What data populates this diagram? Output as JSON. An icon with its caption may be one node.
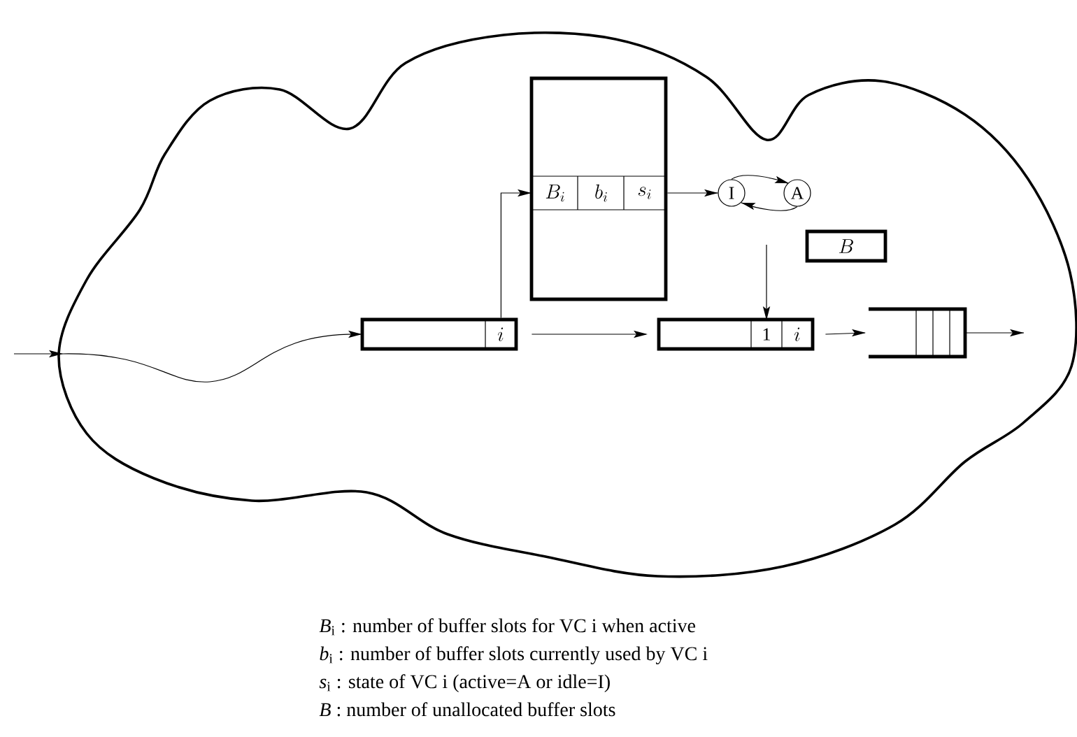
{
  "diagram": {
    "nodes": [
      {
        "text": [],
        "shape": "cloud"
      },
      {
        "text": [
          "i"
        ],
        "in": 0
      },
      {
        "text": [
          "B_i",
          "b_i",
          "s_i"
        ],
        "in": 0
      },
      {
        "text": [
          "I"
        ],
        "in": 0
      },
      {
        "text": [
          "A"
        ],
        "in": 0
      },
      {
        "text": [
          "B"
        ],
        "in": 0
      },
      {
        "text": [
          "1",
          "i"
        ],
        "in": 0
      },
      {
        "text": [],
        "shape": "box",
        "in": 0
      }
    ],
    "edges": [
      {
        "from": null,
        "to": 1,
        "arrow": "to"
      },
      {
        "from": 1,
        "to": 2,
        "arrow": "to"
      },
      {
        "from": 1,
        "to": 6,
        "arrow": "to"
      },
      {
        "from": 2,
        "to": 3,
        "arrow": "to"
      },
      {
        "from": 3,
        "to": 4,
        "arrow": "to"
      },
      {
        "from": 4,
        "to": 3,
        "arrow": "to"
      },
      {
        "from": null,
        "to": 6,
        "arrow": "to"
      },
      {
        "from": 6,
        "to": 7,
        "arrow": "to"
      },
      {
        "from": 7,
        "to": null,
        "arrow": "to"
      }
    ],
    "labels": [
      "*B*$_{i}$ : number of buffer slots for VC i when active",
      "*b*$_{i}$ : number of buffer slots currently used by VC i",
      "*s*$_{i}$ : state of VC i (active=A or idle=I)",
      "*B* : number of unallocated buffer slots"
    ]
  }
}
